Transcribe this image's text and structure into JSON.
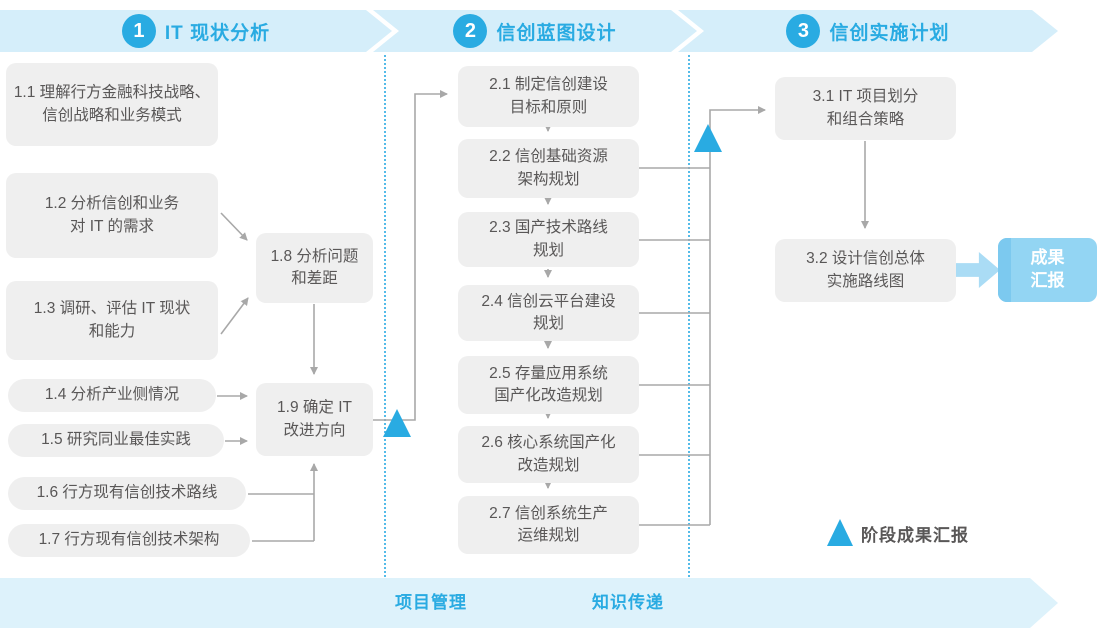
{
  "colors": {
    "accent": "#29abe2",
    "banner_bg": "#d5eefa",
    "footer_banner_bg": "#ddf2fb",
    "box_bg": "#efefef",
    "box_text": "#595757",
    "connector": "#a8a8a8",
    "result_bg": "#93d5f3",
    "result_stripe": "#7cc9ef"
  },
  "phases": [
    {
      "number": "1",
      "title": "IT 现状分析"
    },
    {
      "number": "2",
      "title": "信创蓝图设计"
    },
    {
      "number": "3",
      "title": "信创实施计划"
    }
  ],
  "steps": {
    "s1_1": "1.1 理解行方金融科技战略、\n信创战略和业务模式",
    "s1_2": "1.2 分析信创和业务\n对 IT 的需求",
    "s1_3": "1.3 调研、评估 IT 现状\n和能力",
    "s1_4": "1.4 分析产业侧情况",
    "s1_5": "1.5 研究同业最佳实践",
    "s1_6": "1.6 行方现有信创技术路线",
    "s1_7": "1.7 行方现有信创技术架构",
    "s1_8": "1.8 分析问题\n和差距",
    "s1_9": "1.9 确定 IT\n改进方向",
    "s2_1": "2.1 制定信创建设\n目标和原则",
    "s2_2": "2.2 信创基础资源\n架构规划",
    "s2_3": "2.3 国产技术路线\n规划",
    "s2_4": "2.4 信创云平台建设\n规划",
    "s2_5": "2.5 存量应用系统\n国产化改造规划",
    "s2_6": "2.6 核心系统国产化\n改造规划",
    "s2_7": "2.7 信创系统生产\n运维规划",
    "s3_1": "3.1 IT 项目划分\n和组合策略",
    "s3_2": "3.2 设计信创总体\n实施路线图"
  },
  "result_box": "成果\n汇报",
  "legend": {
    "label": "阶段成果汇报"
  },
  "footer": {
    "left_label": "项目管理",
    "right_label": "知识传递"
  }
}
